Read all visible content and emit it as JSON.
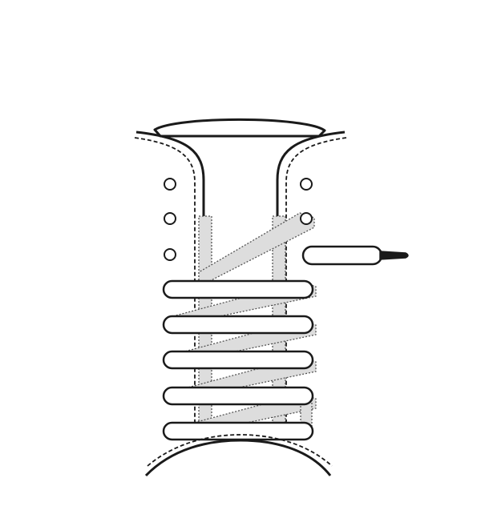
{
  "diagram": {
    "subject": "shoe-lacing-illustration",
    "colors": {
      "background": "#ffffff",
      "outline": "#1a1a1a",
      "lace_fill": "#ffffff",
      "hidden_lace_fill": "#dddddd",
      "aglet": "#1a1a1a"
    },
    "eyelets_per_side": 3,
    "visible_bar_laces": 5,
    "hidden_diagonal_laces": 5,
    "loose_lace_end": "right",
    "icons": [
      "eyelet-icon",
      "aglet-icon"
    ]
  }
}
